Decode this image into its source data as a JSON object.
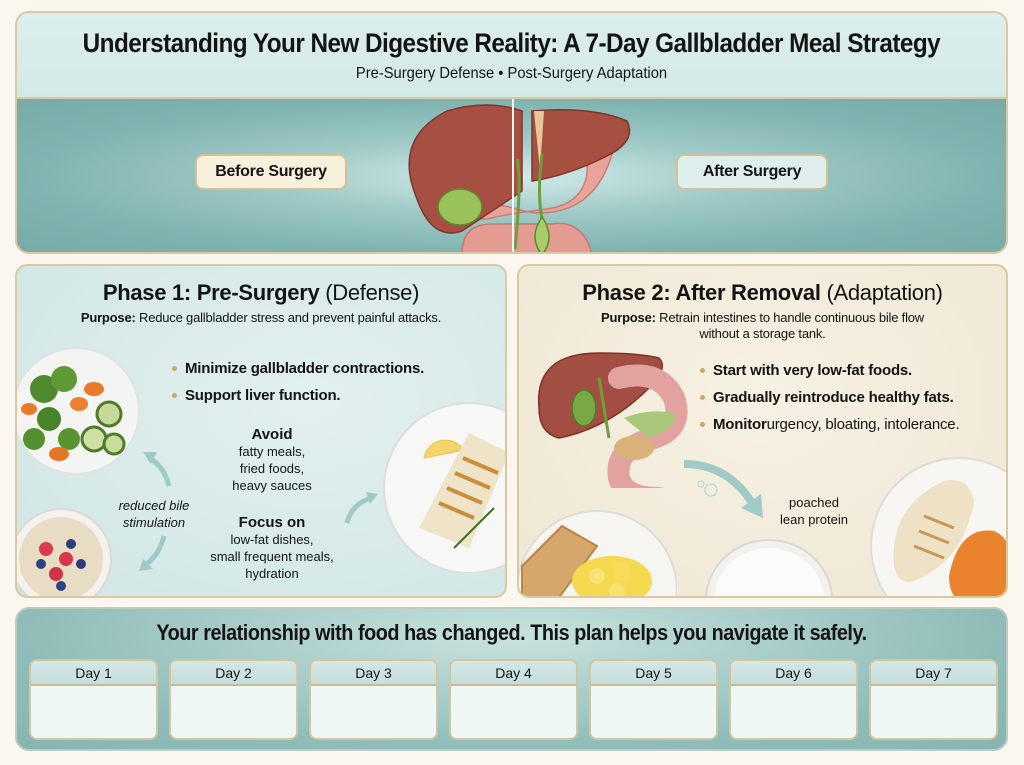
{
  "header": {
    "title": "Understanding Your New Digestive Reality: A 7-Day Gallbladder Meal Strategy",
    "subtitle": "Pre-Surgery Defense • Post-Surgery Adaptation",
    "before_label": "Before Surgery",
    "after_label": "After Surgery"
  },
  "phase1": {
    "title_bold": "Phase 1: Pre-Surgery",
    "title_paren": "(Defense)",
    "purpose_label": "Purpose:",
    "purpose_text": "Reduce gallbladder stress and prevent painful attacks.",
    "bullets": [
      "Minimize gallbladder contractions.",
      "Support liver function."
    ],
    "avoid_heading": "Avoid",
    "avoid_items": [
      "fatty meals,",
      "fried foods,",
      "heavy sauces"
    ],
    "focus_heading": "Focus on",
    "focus_items": [
      "low-fat dishes,",
      "small frequent meals,",
      "hydration"
    ],
    "note_line1": "reduced bile",
    "note_line2": "stimulation"
  },
  "phase2": {
    "title_bold": "Phase 2: After Removal",
    "title_paren": "(Adaptation)",
    "purpose_label": "Purpose:",
    "purpose_line1": "Retrain intestines to handle continuous bile flow",
    "purpose_line2": "without a storage tank.",
    "bullets": [
      {
        "bold": "Start with very low-fat foods.",
        "normal": ""
      },
      {
        "bold": "Gradually reintroduce healthy fats.",
        "normal": ""
      },
      {
        "bold": "Monitor",
        "normal": " urgency, bloating, intolerance."
      }
    ],
    "note_line1": "poached",
    "note_line2": "lean protein"
  },
  "bottom": {
    "title": "Your relationship with food has changed. This plan helps you navigate it safely.",
    "days": [
      "Day 1",
      "Day 2",
      "Day 3",
      "Day 4",
      "Day 5",
      "Day 6",
      "Day 7"
    ]
  },
  "colors": {
    "background": "#fbf7ef",
    "teal": "#7fb3b0",
    "light_teal": "#d6ebea",
    "cream": "#f7f1e4",
    "border_gold": "#d8c9a3",
    "bullet_dot": "#c9a871"
  }
}
